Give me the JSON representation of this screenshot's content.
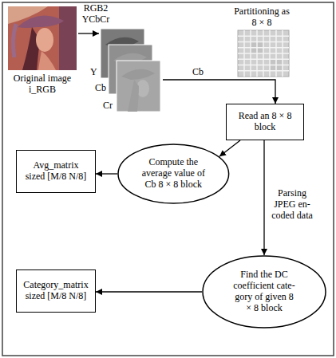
{
  "diagram": {
    "nodes": [
      {
        "text": [
          "Original image i_RGB"
        ]
      },
      {
        "text": [
          "Y",
          "Cb",
          "Cr"
        ]
      },
      {
        "text": [
          "Partitioning as 8 × 8"
        ]
      },
      {
        "text": [
          "Read an 8 × 8 block"
        ]
      },
      {
        "text": [
          "Avg_matrix sized [M/8 N/8]"
        ]
      },
      {
        "text": [
          "Compute the average value of Cb 8 × 8 block"
        ]
      },
      {
        "text": [
          "Category_matrix sized [M/8 N/8]"
        ]
      },
      {
        "text": [
          "Find the DC coefficient cate- gory of given 8 × 8 block"
        ]
      }
    ],
    "edges": [
      {
        "from": 0,
        "to": 1,
        "arrow": "to",
        "label": "RGB2 YCbCr"
      },
      {
        "from": 1,
        "to": 3,
        "arrow": "to",
        "label": "Cb"
      },
      {
        "from": 3,
        "to": 5,
        "arrow": "to"
      },
      {
        "from": 5,
        "to": 4,
        "arrow": "to"
      },
      {
        "from": 3,
        "to": 7,
        "arrow": "to",
        "label": "Parsing JPEG en- coded data"
      },
      {
        "from": 7,
        "to": 6,
        "arrow": "to"
      }
    ]
  }
}
